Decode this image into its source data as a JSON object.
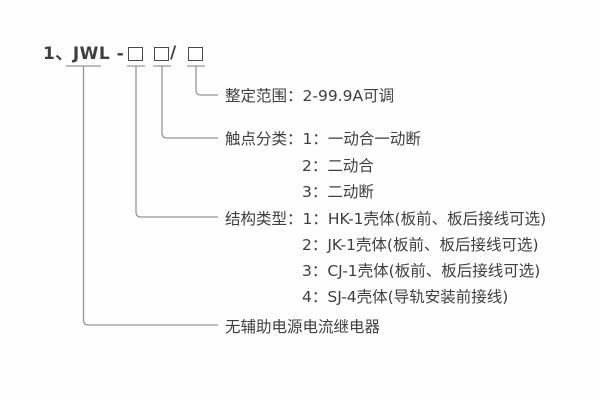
{
  "colors": {
    "background": "#fefefe",
    "text": "#3f3f3f",
    "line": "#969696",
    "box_border": "#4b4b4b"
  },
  "title": {
    "text": "1、JWL -",
    "separator": "/"
  },
  "callouts": {
    "setting_range": {
      "label": "整定范围：2-99.9A可调"
    },
    "contact_class": {
      "heading": "触点分类：",
      "options": [
        "1：一动合一动断",
        "2：二动合",
        "3：二动断"
      ]
    },
    "structure_type": {
      "heading": "结构类型：",
      "options": [
        "1：HK-1壳体(板前、板后接线可选)",
        "2：JK-1壳体(板前、板后接线可选)",
        "3：CJ-1壳体(板前、板后接线可选)",
        "4：SJ-4壳体(导轨安装前接线)"
      ]
    },
    "product_name": {
      "label": "无辅助电源电流继电器"
    }
  }
}
